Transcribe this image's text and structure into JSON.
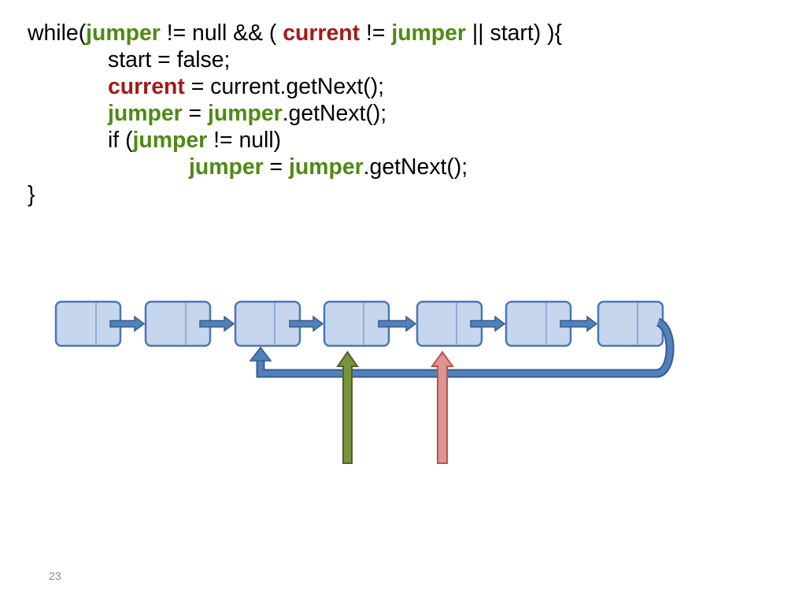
{
  "code": {
    "lines": [
      [
        "while(",
        "jumper",
        " != null && ( ",
        "current",
        " != ",
        "jumper",
        " || start) ){"
      ],
      [
        "start = false;"
      ],
      [
        "current",
        " = current.getNext();"
      ],
      [
        "jumper",
        " = ",
        "jumper",
        ".getNext();"
      ],
      [
        "if (",
        "jumper",
        " != null)"
      ],
      [
        "jumper",
        " = ",
        "jumper",
        ".getNext();"
      ],
      [
        "}"
      ]
    ]
  },
  "slide_number": "23",
  "colors": {
    "jumper_text": "#4e8a13",
    "current_text": "#a31a1a",
    "slide_number_text": "#8c8c8c",
    "node_fill": "#c6d6ec",
    "node_stroke": "#4a77b5",
    "node_divider": "#7e9ed0",
    "arrow_fill": "#4f81bd",
    "arrow_stroke": "#385d8a",
    "green_arrow_fill": "#77933c",
    "green_arrow_stroke": "#4f6228",
    "red_arrow_fill": "#d99694",
    "red_arrow_stroke": "#c0504d"
  }
}
